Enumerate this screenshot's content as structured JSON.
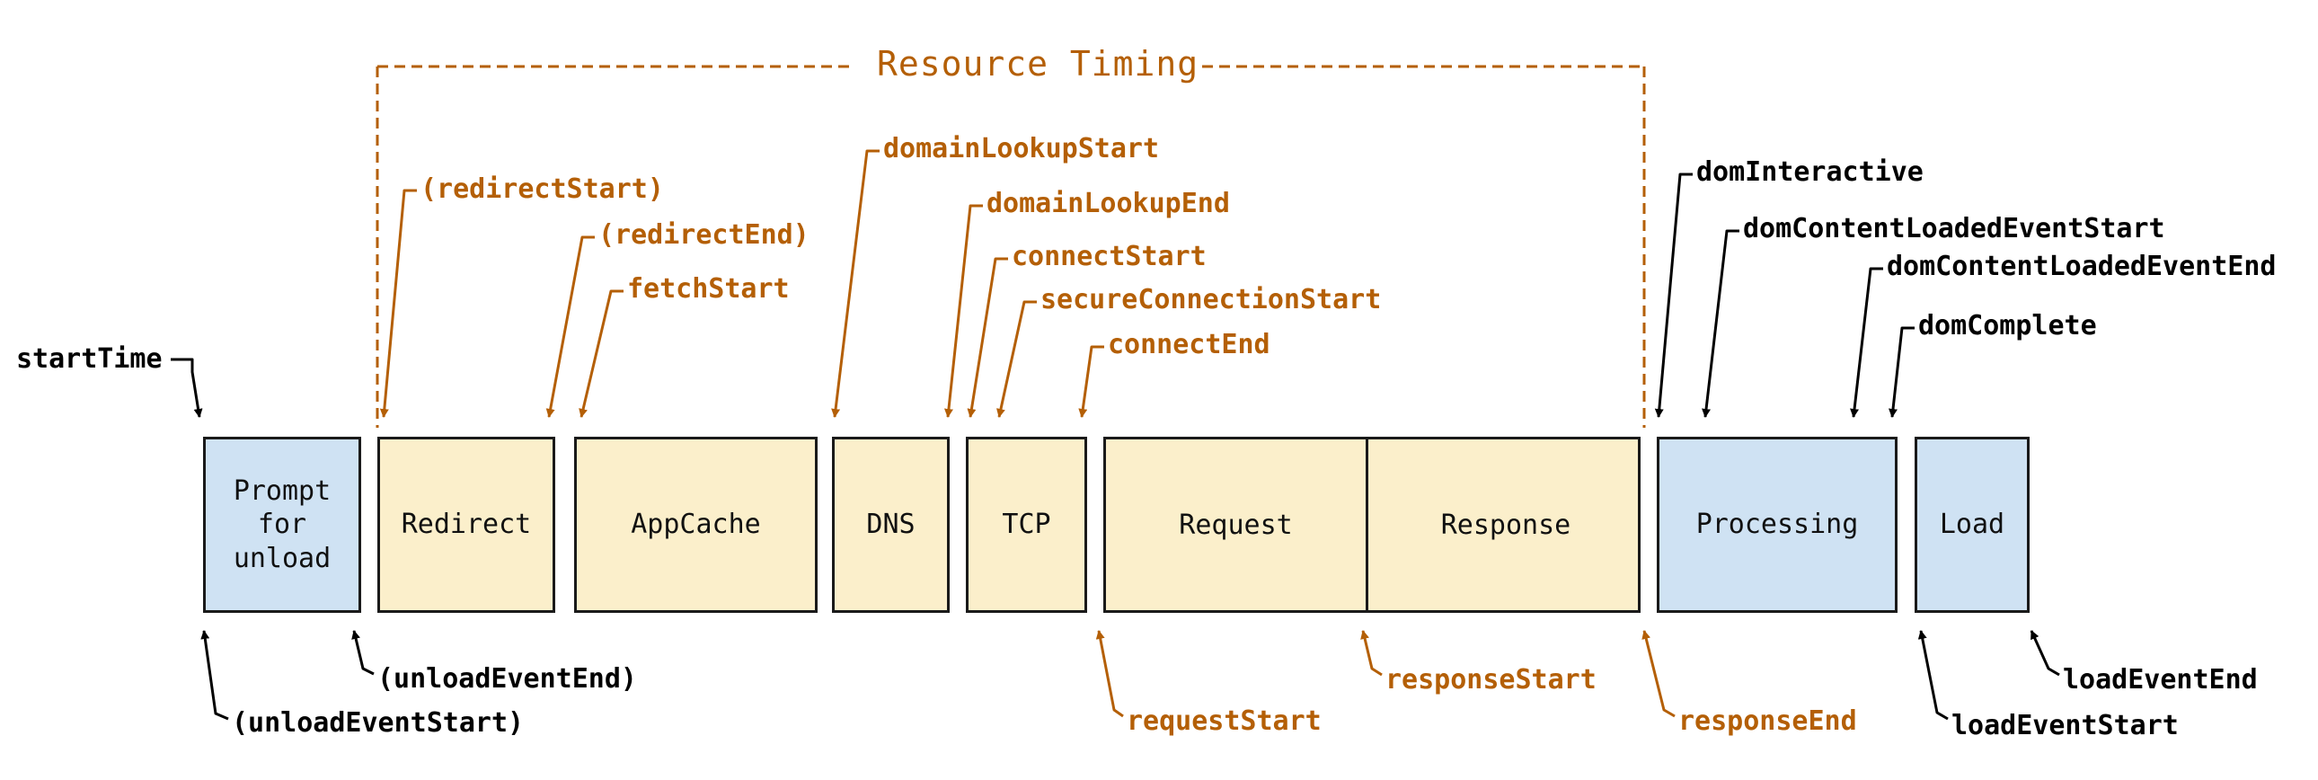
{
  "bracket": {
    "label": "Resource Timing"
  },
  "boxes": {
    "prompt": {
      "label": "Prompt\nfor\nunload"
    },
    "redirect": {
      "label": "Redirect"
    },
    "appcache": {
      "label": "AppCache"
    },
    "dns": {
      "label": "DNS"
    },
    "tcp": {
      "label": "TCP"
    },
    "request": {
      "label": "Request"
    },
    "response": {
      "label": "Response"
    },
    "processing": {
      "label": "Processing"
    },
    "load": {
      "label": "Load"
    }
  },
  "annotations": {
    "startTime": {
      "label": "startTime",
      "color": "black"
    },
    "unloadEventStart": {
      "label": "(unloadEventStart)",
      "color": "black"
    },
    "unloadEventEnd": {
      "label": "(unloadEventEnd)",
      "color": "black"
    },
    "redirectStart": {
      "label": "(redirectStart)",
      "color": "orange"
    },
    "redirectEnd": {
      "label": "(redirectEnd)",
      "color": "orange"
    },
    "fetchStart": {
      "label": "fetchStart",
      "color": "orange"
    },
    "domainLookupStart": {
      "label": "domainLookupStart",
      "color": "orange"
    },
    "domainLookupEnd": {
      "label": "domainLookupEnd",
      "color": "orange"
    },
    "connectStart": {
      "label": "connectStart",
      "color": "orange"
    },
    "secureConnectionStart": {
      "label": "secureConnectionStart",
      "color": "orange"
    },
    "connectEnd": {
      "label": "connectEnd",
      "color": "orange"
    },
    "requestStart": {
      "label": "requestStart",
      "color": "orange"
    },
    "responseStart": {
      "label": "responseStart",
      "color": "orange"
    },
    "responseEnd": {
      "label": "responseEnd",
      "color": "orange"
    },
    "domInteractive": {
      "label": "domInteractive",
      "color": "black"
    },
    "domContentLoadedEventStart": {
      "label": "domContentLoadedEventStart",
      "color": "black"
    },
    "domContentLoadedEventEnd": {
      "label": "domContentLoadedEventEnd",
      "color": "black"
    },
    "domComplete": {
      "label": "domComplete",
      "color": "black"
    },
    "loadEventStart": {
      "label": "loadEventStart",
      "color": "black"
    },
    "loadEventEnd": {
      "label": "loadEventEnd",
      "color": "black"
    }
  },
  "colors": {
    "accent_orange": "#B45F06",
    "label_black": "#000000",
    "box_yellow": "#FBEFCB",
    "box_blue": "#CFE2F3",
    "box_border": "#1A1A1A",
    "background": "#FFFFFF"
  }
}
